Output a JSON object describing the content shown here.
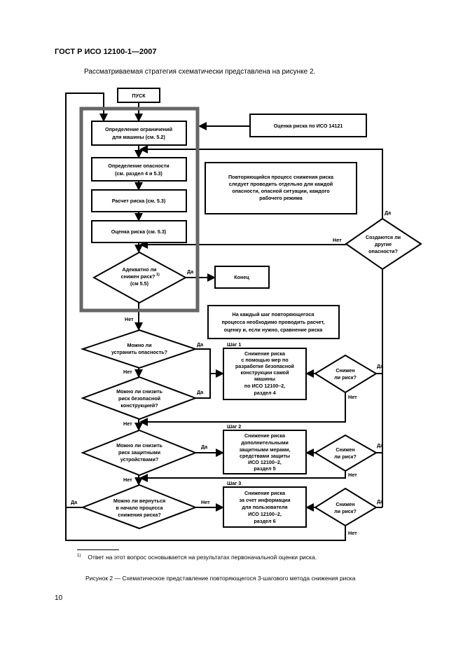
{
  "header": "ГОСТ Р ИСО 12100-1—2007",
  "intro": "Рассматриваемая стратегия схематически представлена на рисунке 2.",
  "figure": {
    "start": "ПУСК",
    "step_limits": [
      "Определение ограничений",
      "для машины (см. 5.2)"
    ],
    "step_hazard": [
      "Определение опасности",
      "(см. раздел 4 и 5.3)"
    ],
    "step_estimation": "Расчет риска (см. 5.3)",
    "step_evaluation": "Оценка риска (см. 5.3)",
    "q_adequate": [
      "Адекватно ли",
      "снижен риск?",
      "(см 5.5)"
    ],
    "q_adequate_note": "1)",
    "end": "Конец",
    "iso14121": "Оценка риска по ИСО 14121",
    "note_repeat": [
      "Повторяющийся процесс снижения риска",
      "следует проводить отдельно для каждой",
      "опасности, опасной ситуации, каждого",
      "рабочего режима"
    ],
    "q_other_hazards": [
      "Создаются ли",
      "другие",
      "опасности?"
    ],
    "note_each_step": [
      "На каждый шаг повторяющегося",
      "процесса необходимо проводить расчет,",
      "оценку и, если нужно, сравнение риска"
    ],
    "q_eliminate": [
      "Можно ли",
      "устранить опасность?"
    ],
    "q_inherent": [
      "Можно ли снизить",
      "риск безопасной",
      "конструкцией?"
    ],
    "q_safeguard": [
      "Можно ли снизить",
      "риск защитными",
      "устройствами?"
    ],
    "q_return": [
      "Можно ли вернуться",
      "в начало процесса",
      "снижения риска?"
    ],
    "step1_label": "Шаг 1",
    "step1": [
      "Снижение риска",
      "с помощью мер по",
      "разработке безопасной",
      "конструкции самой",
      "машины",
      "по ИСО 12100–2,",
      "раздел 4"
    ],
    "step2_label": "Шаг 2",
    "step2": [
      "Снижение риска",
      "дополнительными",
      "защитными мерами,",
      "средствами защиты",
      "ИСО 12100–2,",
      "раздел 5"
    ],
    "step3_label": "Шаг 3",
    "step3": [
      "Снижение риска",
      "за счет информации",
      "для пользователя",
      "ИСО 12100–2,",
      "раздел 6"
    ],
    "q_reduced": [
      "Снижен",
      "ли риск?"
    ],
    "yes": "Да",
    "no": "Нет"
  },
  "footnote_mark": "1)",
  "footnote": "Ответ на этот вопрос основывается на результатах первоначальной оценки риска.",
  "caption": "Рисунок 2 — Схематическое представление повторяющегося 3-шагового метода снижения риска",
  "page_number": "10"
}
